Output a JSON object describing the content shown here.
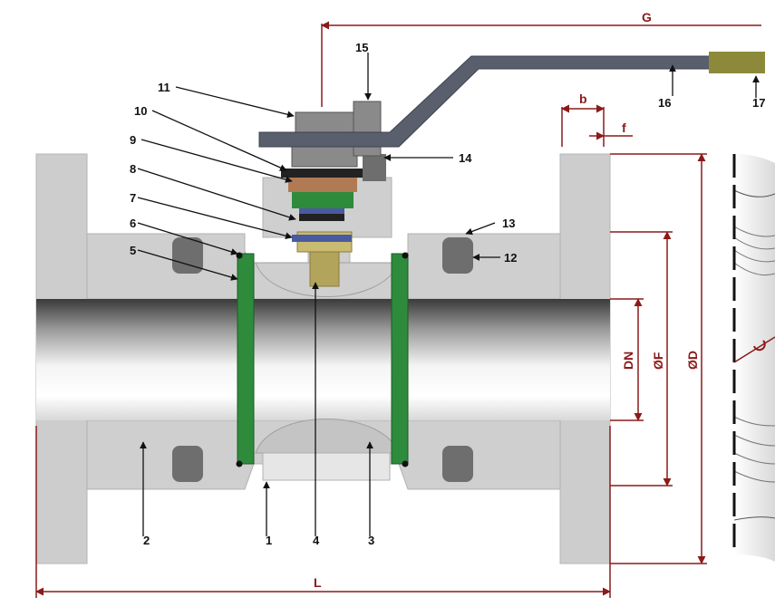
{
  "callouts": {
    "c1": "1",
    "c2": "2",
    "c3": "3",
    "c4": "4",
    "c5": "5",
    "c6": "6",
    "c7": "7",
    "c8": "8",
    "c9": "9",
    "c10": "10",
    "c11": "11",
    "c12": "12",
    "c13": "13",
    "c14": "14",
    "c15": "15",
    "c16": "16",
    "c17": "17"
  },
  "dimensions": {
    "G": "G",
    "b": "b",
    "f": "f",
    "L": "L",
    "DN": "DN",
    "F": "ØF",
    "D": "ØD"
  },
  "colors": {
    "dimension": "#8b1a1a",
    "body": "#cfcfcf",
    "seal": "#2e8b3c",
    "handle": "#5a5f6e",
    "grip": "#8c8a3a",
    "stem": "#b3a45c",
    "gland": "#b07a55",
    "ring": "#4a5aa0"
  }
}
